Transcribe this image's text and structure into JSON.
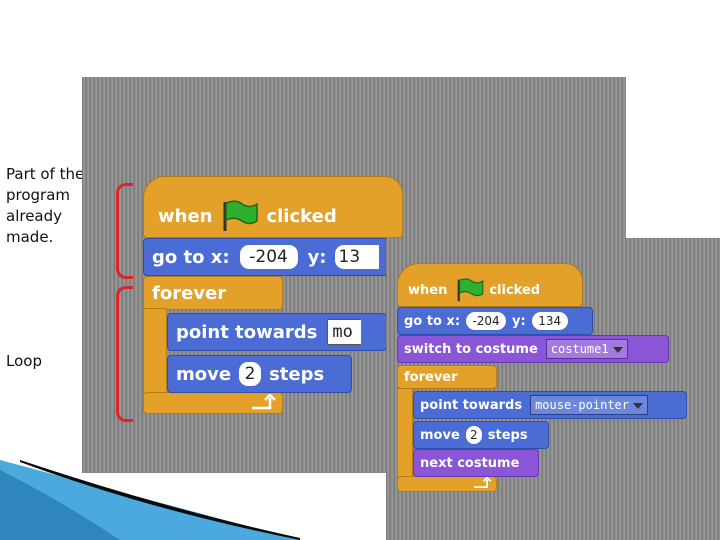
{
  "annotations": {
    "program_note": [
      "Part of the",
      "program",
      "already",
      "made."
    ],
    "loop_note": "Loop"
  },
  "script1": {
    "when": "when",
    "clicked": "clicked",
    "goto_label": "go to x:",
    "goto_x": "-204",
    "goto_y_label": "y:",
    "goto_y": "13",
    "forever": "forever",
    "point_towards": "point towards",
    "point_target": "mo",
    "move": "move",
    "move_steps_value": "2",
    "steps": "steps"
  },
  "script2": {
    "when": "when",
    "clicked": "clicked",
    "goto_label": "go to x:",
    "goto_x": "-204",
    "goto_y_label": "y:",
    "goto_y": "134",
    "switch_costume": "switch to costume",
    "costume_value": "costume1",
    "forever": "forever",
    "point_towards": "point towards",
    "point_target": "mouse-pointer",
    "move": "move",
    "move_steps_value": "2",
    "steps": "steps",
    "next_costume": "next costume"
  },
  "colors": {
    "control": "#e3a12a",
    "motion": "#4a6cd4",
    "looks": "#8a55d7",
    "bracket": "#d8262b",
    "flag": "#2fae2f"
  },
  "icons": [
    "green-flag-icon",
    "loop-arrow-icon",
    "dropdown-arrow-icon",
    "slide-swoosh-decoration"
  ]
}
